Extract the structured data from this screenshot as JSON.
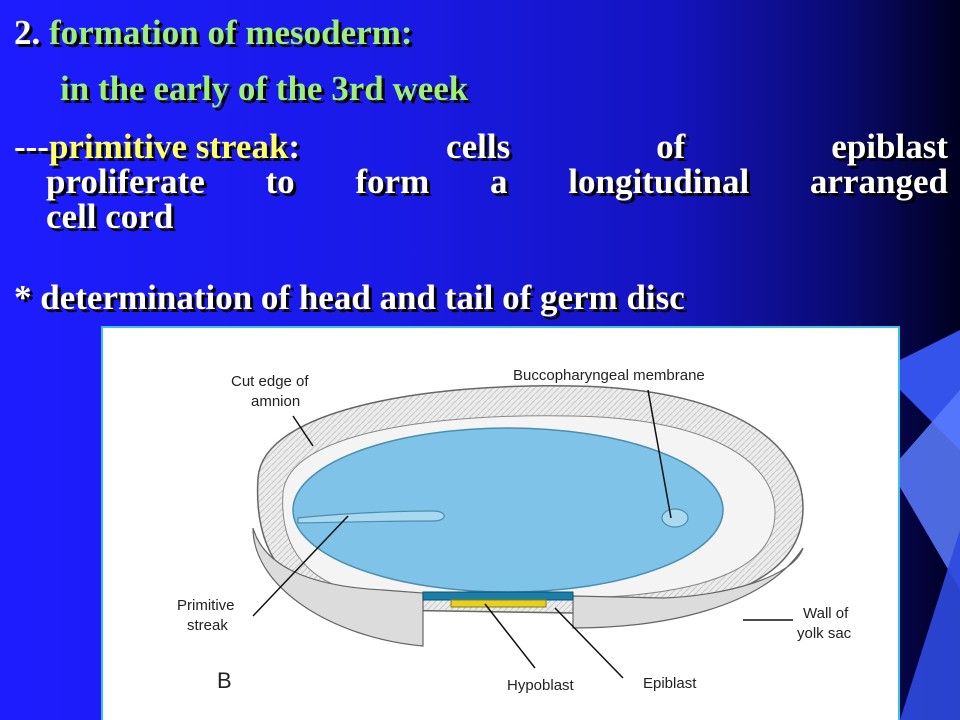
{
  "heading": {
    "number": "2.",
    "title": "formation of mesoderm:",
    "subtitle": "in the early of the 3rd week"
  },
  "streak": {
    "prefix": "---",
    "term": "primitive streak",
    "colon": ":",
    "line1_rest": [
      "cells",
      "of",
      "epiblast"
    ],
    "line2": [
      "proliferate",
      "to",
      "form",
      "a",
      "longitudinal",
      "arranged"
    ],
    "line3": "cell cord"
  },
  "bullet": {
    "mark": "*",
    "text": "determination of head and tail of germ disc"
  },
  "figure": {
    "labels": {
      "cut_edge": [
        "Cut edge of",
        "amnion"
      ],
      "bucco": "Buccopharyngeal membrane",
      "primitive": [
        "Primitive",
        "streak"
      ],
      "wall": [
        "Wall of",
        "yolk sac"
      ],
      "hypoblast": "Hypoblast",
      "epiblast": "Epiblast",
      "panel": "B"
    },
    "colors": {
      "disc": "#7fc4e8",
      "rim": "#e6e6e6",
      "epiblast_strip": "#1a7fa8",
      "hypoblast_strip": "#e8d020"
    }
  }
}
